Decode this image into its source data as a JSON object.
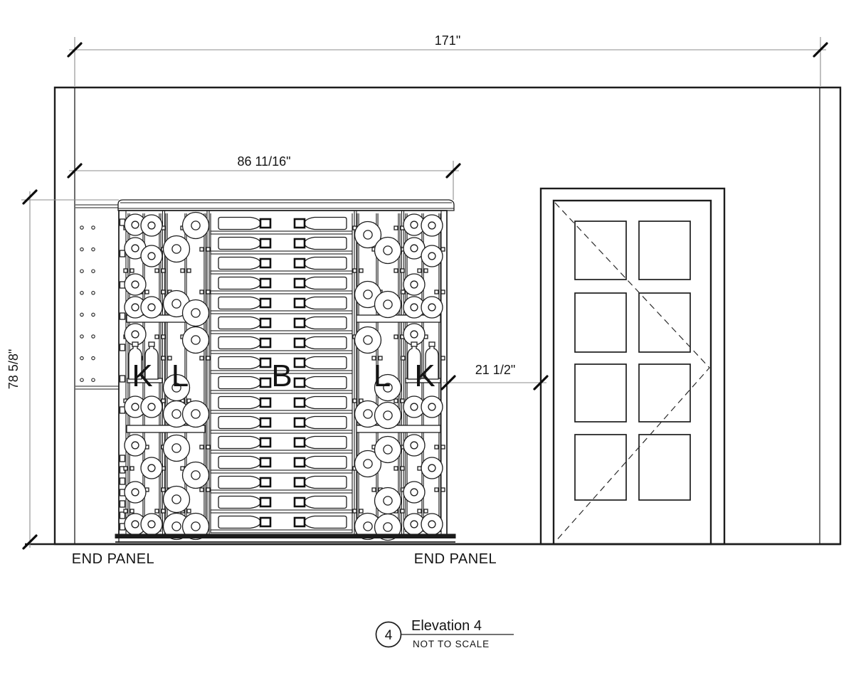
{
  "drawing": {
    "dimensions": {
      "overall_width": "171\"",
      "rack_width": "86 11/16\"",
      "rack_height": "78 5/8\"",
      "rack_to_door_gap": "21 1/2\""
    },
    "rack": {
      "section_labels": [
        "K",
        "L",
        "B",
        "L",
        "K"
      ],
      "display_bottle_rows": 16
    },
    "end_panel_labels": [
      "END PANEL",
      "END PANEL"
    ],
    "door": {
      "panel_columns": 2,
      "panel_rows": 4
    },
    "title_block": {
      "detail_number": "4",
      "title": "Elevation 4",
      "scale_note": "NOT TO SCALE"
    }
  }
}
